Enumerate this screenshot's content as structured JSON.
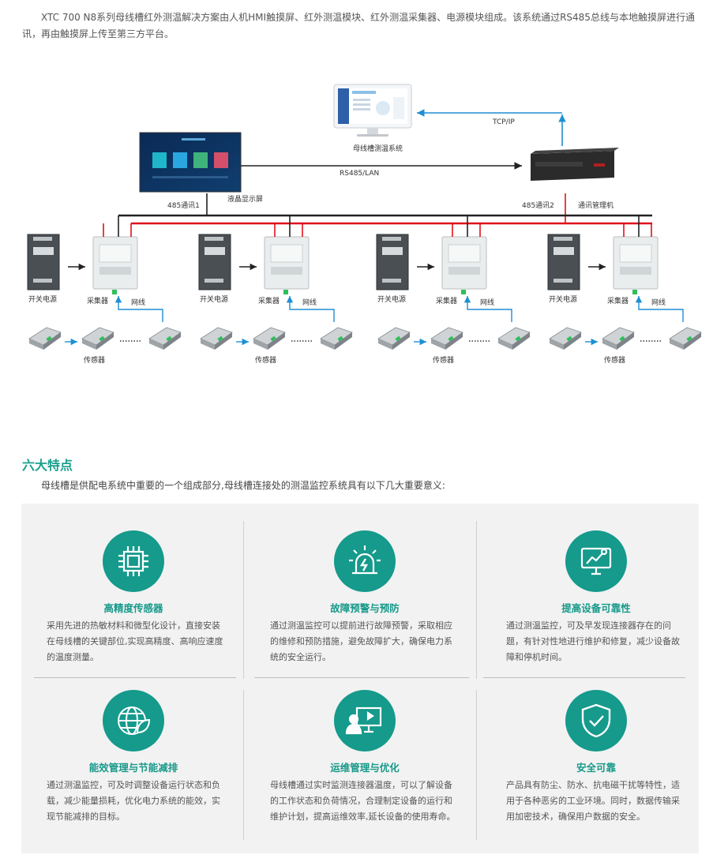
{
  "intro": "XTC 700 N8系列母线槽红外测温解决方案由人机HMI触摸屏、红外测温模块、红外测温采集器、电源模块组成。该系统通过RS485总线与本地触摸屏进行通讯，再由触摸屏上传至第三方平台。",
  "diagram": {
    "monitor_label": "母线槽测温系统",
    "lcd_label": "液晶显示屏",
    "tcpip_label": "TCP/IP",
    "rs485_label": "RS485/LAN",
    "comm1_label": "485通讯1",
    "comm2_label": "485通讯2",
    "gateway_label": "通讯管理机",
    "groups": [
      {
        "psu": "开关电源",
        "collector": "采集器",
        "net": "网线",
        "sensor": "传感器"
      },
      {
        "psu": "开关电源",
        "collector": "采集器",
        "net": "网线",
        "sensor": "传感器"
      },
      {
        "psu": "开关电源",
        "collector": "采集器",
        "net": "网线",
        "sensor": "传感器"
      },
      {
        "psu": "开关电源",
        "collector": "采集器",
        "net": "网线",
        "sensor": "传感器"
      }
    ],
    "colors": {
      "teal": "#159a8c",
      "arrow": "#1e8fd4",
      "red": "#e0101a",
      "dark": "#222222"
    }
  },
  "features_section": {
    "title": "六大特点",
    "desc": "母线槽是供配电系统中重要的一个组成部分,母线槽连接处的测温监控系统具有以下几大重要意义:",
    "items": [
      {
        "icon": "chip-icon",
        "title": "高精度传感器",
        "desc": "采用先进的热敏材料和微型化设计，直接安装在母线槽的关键部位,实现高精度、高响应速度的温度测量。"
      },
      {
        "icon": "alarm-icon",
        "title": "故障预警与预防",
        "desc": "通过测温监控可以提前进行故障预警，采取相应的维修和预防措施，避免故障扩大，确保电力系统的安全运行。"
      },
      {
        "icon": "monitor-chart-icon",
        "title": "提高设备可靠性",
        "desc": "通过测温监控，可及早发现连接器存在的问题，有针对性地进行维护和修复，减少设备故障和停机时间。"
      },
      {
        "icon": "globe-leaf-icon",
        "title": "能效管理与节能减排",
        "desc": "通过测温监控，可及时调整设备运行状态和负载，减少能量损耗，优化电力系统的能效，实现节能减排的目标。"
      },
      {
        "icon": "presentation-icon",
        "title": "运维管理与优化",
        "desc": "母线槽通过实时监测连接器温度，可以了解设备的工作状态和负荷情况，合理制定设备的运行和维护计划，提高运维效率,延长设备的使用寿命。"
      },
      {
        "icon": "shield-check-icon",
        "title": "安全可靠",
        "desc": "产品具有防尘、防水、抗电磁干扰等特性，适用于各种恶劣的工业环境。同时，数据传输采用加密技术，确保用户数据的安全。"
      }
    ]
  }
}
